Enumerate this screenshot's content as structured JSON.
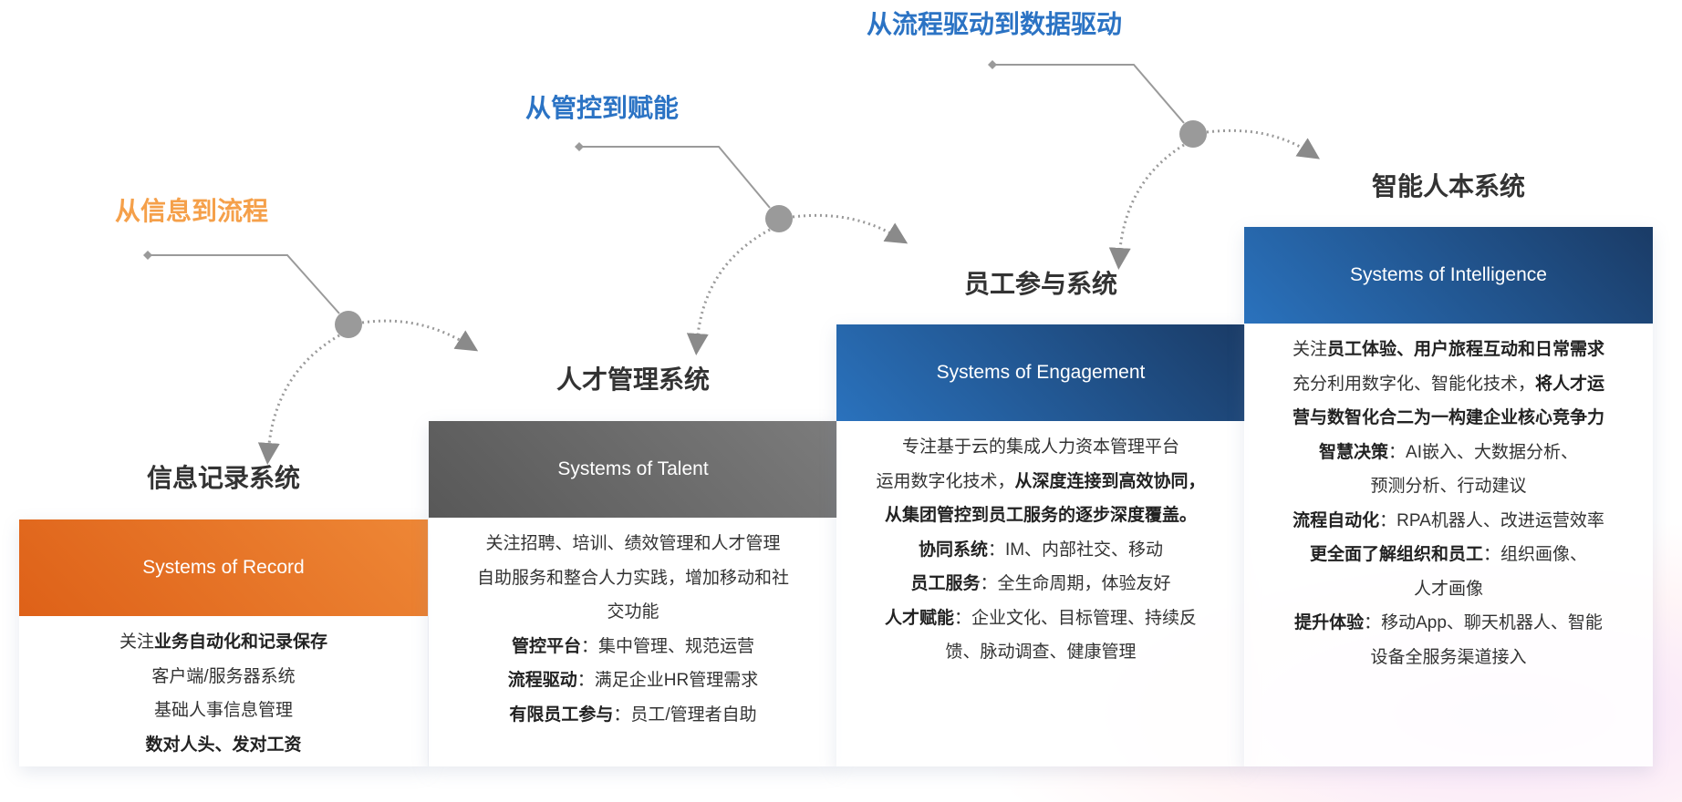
{
  "phases": [
    {
      "label": "从信息到流程",
      "color": "#f5a04a"
    },
    {
      "label": "从管控到赋能",
      "color": "#2b73c4"
    },
    {
      "label": "从流程驱动到数据驱动",
      "color": "#2b73c4"
    }
  ],
  "columns": [
    {
      "title": "信息记录系统",
      "header": "Systems of Record",
      "gradient": [
        "#de6118",
        "#ee8736"
      ],
      "lines": [
        [
          [
            "关注",
            0
          ],
          [
            "业务自动化和记录保存",
            1
          ]
        ],
        [
          [
            "客户端/服务器系统",
            0
          ]
        ],
        [
          [
            "基础人事信息管理",
            0
          ]
        ],
        [
          [
            "数对人头、发对工资",
            1
          ]
        ]
      ]
    },
    {
      "title": "人才管理系统",
      "header": "Systems of Talent",
      "gradient": [
        "#585858",
        "#7c7c7c"
      ],
      "lines": [
        [
          [
            "关注招聘、培训、绩效管理和人才管理",
            0
          ]
        ],
        [
          [
            "自助服务和整合人力实践，增加移动和社",
            0
          ]
        ],
        [
          [
            "交功能",
            0
          ]
        ],
        [
          [
            "管控平台",
            1
          ],
          [
            "：集中管理、规范运营",
            0
          ]
        ],
        [
          [
            "流程驱动",
            1
          ],
          [
            "：满足企业HR管理需求",
            0
          ]
        ],
        [
          [
            "有限员工参与",
            1
          ],
          [
            "：员工/管理者自助",
            0
          ]
        ]
      ]
    },
    {
      "title": "员工参与系统",
      "header": "Systems of Engagement",
      "gradient": [
        "#2a72bd",
        "#1a3b66"
      ],
      "lines": [
        [
          [
            "专注基于云的集成人力资本管理平台",
            0
          ]
        ],
        [
          [
            "运用数字化技术，",
            0
          ],
          [
            "从深度连接到高效协同，",
            1
          ]
        ],
        [
          [
            "从集团管控到员工服务的逐步深度覆盖。",
            1
          ]
        ],
        [
          [
            "协同系统",
            1
          ],
          [
            "：IM、内部社交、移动",
            0
          ]
        ],
        [
          [
            "员工服务",
            1
          ],
          [
            "：全生命周期，体验友好",
            0
          ]
        ],
        [
          [
            "人才赋能",
            1
          ],
          [
            "：企业文化、目标管理、持续反",
            0
          ]
        ],
        [
          [
            "馈、脉动调查、健康管理",
            0
          ]
        ]
      ]
    },
    {
      "title": "智能人本系统",
      "header": "Systems of Intelligence",
      "gradient": [
        "#2a72bd",
        "#1a3b66"
      ],
      "lines": [
        [
          [
            "关注",
            0
          ],
          [
            "员工体验、用户旅程互动和日常需求",
            1
          ]
        ],
        [
          [
            "充分利用数字化、智能化技术，",
            0
          ],
          [
            "将人才运",
            1
          ]
        ],
        [
          [
            "营与数智化合二为一构建企业核心竞争力",
            1
          ]
        ],
        [
          [
            "智慧决策",
            1
          ],
          [
            "：AI嵌入、大数据分析、",
            0
          ]
        ],
        [
          [
            "预测分析、行动建议",
            0
          ]
        ],
        [
          [
            "流程自动化",
            1
          ],
          [
            "：RPA机器人、改进运营效率",
            0
          ]
        ],
        [
          [
            "更全面了解组织和员工",
            1
          ],
          [
            "：组织画像、",
            0
          ]
        ],
        [
          [
            "人才画像",
            0
          ]
        ],
        [
          [
            "提升体验",
            1
          ],
          [
            "：移动App、聊天机器人、智能",
            0
          ]
        ],
        [
          [
            "设备全服务渠道接入",
            0
          ]
        ]
      ]
    }
  ]
}
